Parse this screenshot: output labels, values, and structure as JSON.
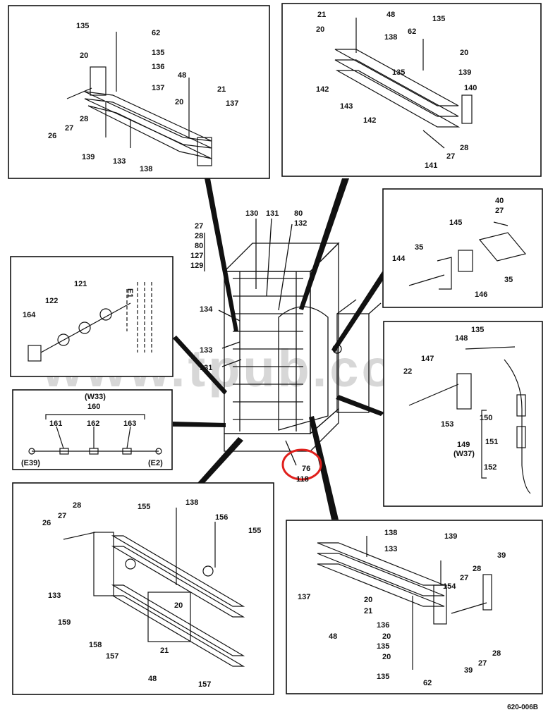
{
  "figure_id": "620-006B",
  "watermark": "www.tpub.com",
  "labels": {
    "p1": [
      "135",
      "62",
      "20",
      "135",
      "136",
      "48",
      "21",
      "137",
      "20",
      "137",
      "26",
      "27",
      "28",
      "139",
      "133",
      "138"
    ],
    "p2": [
      "21",
      "48",
      "20",
      "138",
      "62",
      "135",
      "20",
      "135",
      "142",
      "139",
      "140",
      "143",
      "142",
      "28",
      "141",
      "27"
    ],
    "p3": [
      "40",
      "27",
      "145",
      "35",
      "144",
      "35",
      "146"
    ],
    "p4": [
      "121",
      "122",
      "164",
      "E1"
    ],
    "p5": [
      "(W33)",
      "160",
      "161",
      "162",
      "163",
      "(E39)",
      "(E2)"
    ],
    "p6": [
      "135",
      "148",
      "147",
      "22",
      "153",
      "150",
      "149",
      "(W37)",
      "151",
      "152"
    ],
    "p7": [
      "28",
      "27",
      "26",
      "155",
      "138",
      "156",
      "155",
      "133",
      "159",
      "20",
      "158",
      "157",
      "21",
      "48",
      "157"
    ],
    "p8": [
      "138",
      "133",
      "139",
      "39",
      "28",
      "27",
      "154",
      "137",
      "20",
      "21",
      "136",
      "48",
      "20",
      "135",
      "20",
      "28",
      "27",
      "39",
      "135",
      "62"
    ],
    "center": [
      "27",
      "28",
      "80",
      "127",
      "129",
      "130",
      "131",
      "80",
      "132",
      "134",
      "133",
      "131",
      "76",
      "118"
    ]
  },
  "highlight_color": "#e0201c"
}
